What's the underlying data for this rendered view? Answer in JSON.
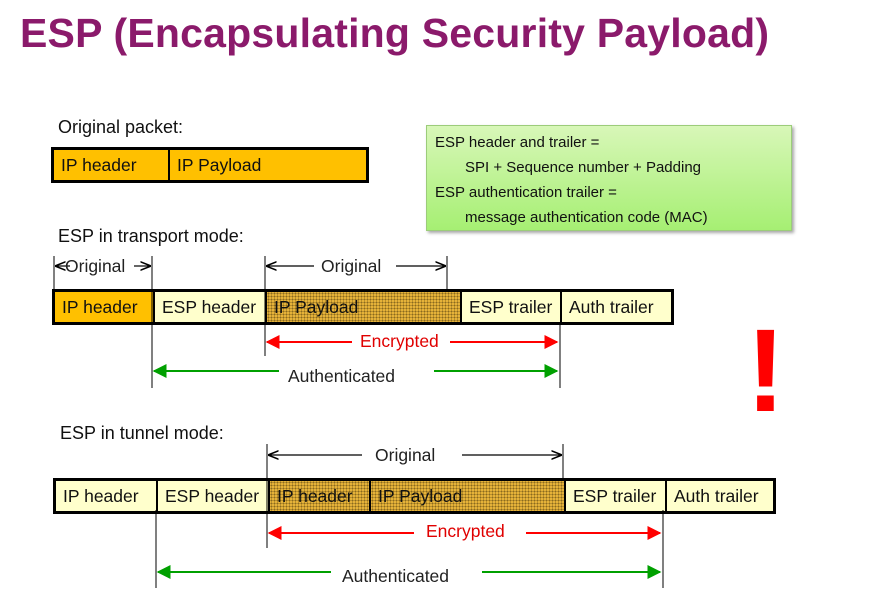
{
  "title": "ESP (Encapsulating Security Payload)",
  "original_packet": {
    "label": "Original packet:",
    "cells": [
      "IP header",
      "IP Payload"
    ]
  },
  "info_box": {
    "lines": [
      "ESP header and trailer =",
      "SPI + Sequence number + Padding",
      "ESP authentication trailer =",
      "message authentication code (MAC)"
    ]
  },
  "transport": {
    "label": "ESP in transport mode:",
    "cells": [
      "IP header",
      "ESP header",
      "IP Payload",
      "ESP trailer",
      "Auth trailer"
    ],
    "original_short": "Original",
    "original_long": "Original",
    "encrypted": "Encrypted",
    "authenticated": "Authenticated"
  },
  "tunnel": {
    "label": "ESP in tunnel mode:",
    "cells": [
      "IP header",
      "ESP header",
      "IP header",
      "IP Payload",
      "ESP trailer",
      "Auth trailer"
    ],
    "original": "Original",
    "encrypted": "Encrypted",
    "authenticated": "Authenticated"
  },
  "exclamation": "!",
  "colors": {
    "title": "#8B1A6B",
    "orange": "#FFC000",
    "cream": "#FFFFCC",
    "encrypted_arrow": "#FF0000",
    "authenticated_arrow": "#00A000"
  }
}
